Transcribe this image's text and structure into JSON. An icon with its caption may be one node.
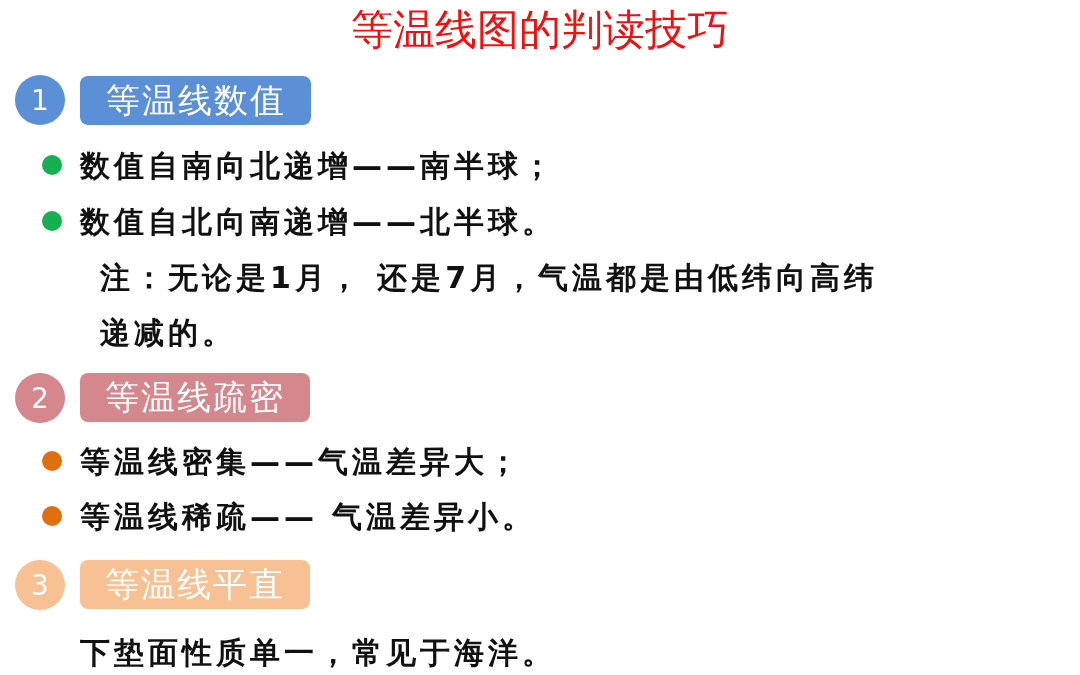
{
  "diagram": {
    "title": "等温线图的判读技巧",
    "nodes": [
      {
        "text": [
          "1"
        ]
      },
      {
        "text": [
          "等温线数值"
        ]
      },
      {
        "text": [
          "2"
        ]
      },
      {
        "text": [
          "等温线疏密"
        ]
      },
      {
        "text": [
          "3"
        ]
      },
      {
        "text": [
          "等温线平直"
        ]
      }
    ],
    "labels": [
      "数值自南向北递增——南半球；",
      "数值自北向南递增——北半球。",
      "注：无论是1月， 还是7月，气温都是由低纬向高纬递减的。",
      "等温线密集——气温差异大；",
      "等温线稀疏—— 气温差异小。",
      "下垫面性质单一，常见于海洋。"
    ]
  }
}
